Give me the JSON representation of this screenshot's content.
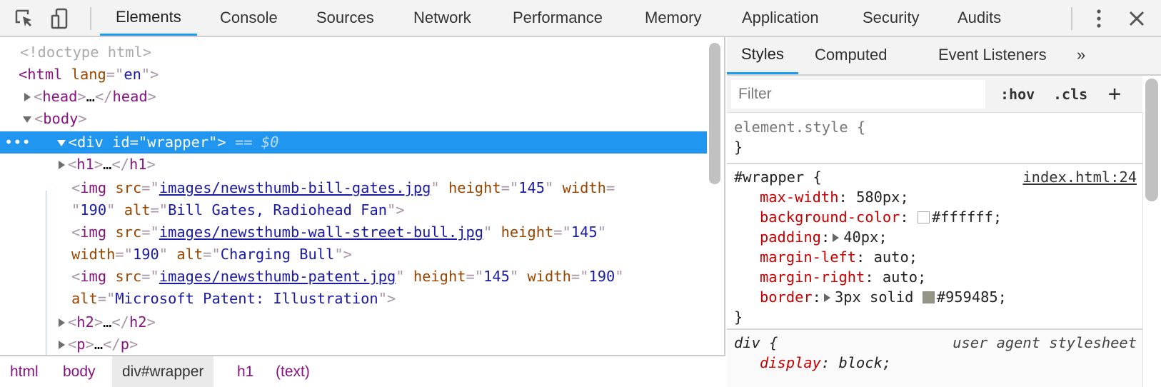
{
  "toolbar": {
    "tabs": [
      "Elements",
      "Console",
      "Sources",
      "Network",
      "Performance",
      "Memory",
      "Application",
      "Security",
      "Audits"
    ],
    "active": "Elements",
    "accent": "#1a9df0"
  },
  "dom": {
    "doctype": "<!doctype html>",
    "html_open": "<html",
    "lang_attr": "lang",
    "lang_val": "en",
    "head": "head",
    "body": "body",
    "div_tag": "div",
    "id_attr": "id",
    "id_val": "wrapper",
    "eq": " == ",
    "dollar": "$0",
    "ellipsis": "…",
    "h1": "h1",
    "h2": "h2",
    "p": "p",
    "imgs": [
      {
        "src": "images/newsthumb-bill-gates.jpg",
        "height": "145",
        "width": "190",
        "alt": "Bill Gates, Radiohead Fan"
      },
      {
        "src": "images/newsthumb-wall-street-bull.jpg",
        "height": "145",
        "width": "190",
        "alt": "Charging Bull"
      },
      {
        "src": "images/newsthumb-patent.jpg",
        "height": "145",
        "width": "190",
        "alt": "Microsoft Patent: Illustration"
      }
    ],
    "selected_color": "#2196f0"
  },
  "breadcrumb": [
    "html",
    "body",
    "div#wrapper",
    "h1",
    "(text)"
  ],
  "styles": {
    "subtabs": [
      "Styles",
      "Computed",
      "Event Listeners",
      "»"
    ],
    "filter_placeholder": "Filter",
    "hov": ":hov",
    "cls": ".cls",
    "plus": "+",
    "element_style": "element.style {",
    "close": "}",
    "wrapper_selector": "#wrapper {",
    "wrapper_source": "index.html:24",
    "props": [
      {
        "name": "max-width",
        "value": "580px;"
      },
      {
        "name": "background-color",
        "value": "#ffffff;",
        "swatch": "#ffffff"
      },
      {
        "name": "padding",
        "value": "40px;",
        "expand": true
      },
      {
        "name": "margin-left",
        "value": "auto;"
      },
      {
        "name": "margin-right",
        "value": "auto;"
      },
      {
        "name": "border",
        "value": "3px solid ",
        "value2": "#959485;",
        "expand": true,
        "swatch": "#959485"
      }
    ],
    "ua_selector": "div {",
    "ua_source": "user agent stylesheet",
    "ua_prop": {
      "name": "display",
      "value": "block;"
    }
  }
}
